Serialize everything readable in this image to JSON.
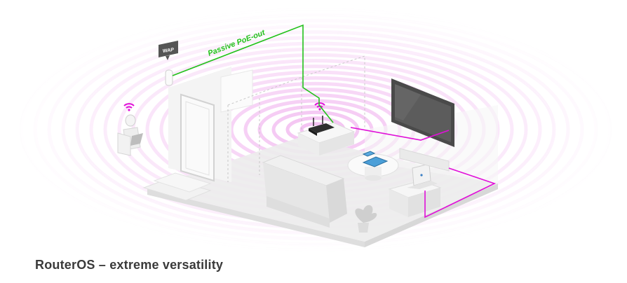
{
  "caption": "RouterOS – extreme versatility",
  "labels": {
    "poe": "Passive PoE-out",
    "wap": "WAP"
  },
  "colors": {
    "poe_line": "#22c21a",
    "lan_line": "#e010d8",
    "wifi_ring": "#e98be6",
    "wall": "#f1f1f1",
    "floor": "#e9e9e9",
    "tv": "#4a4a4a"
  },
  "icons": [
    "wifi-icon",
    "router-icon",
    "access-point-icon",
    "laptop-icon",
    "tablet-icon",
    "tv-icon",
    "plant-icon",
    "person-icon",
    "sofa-icon",
    "door-icon"
  ]
}
